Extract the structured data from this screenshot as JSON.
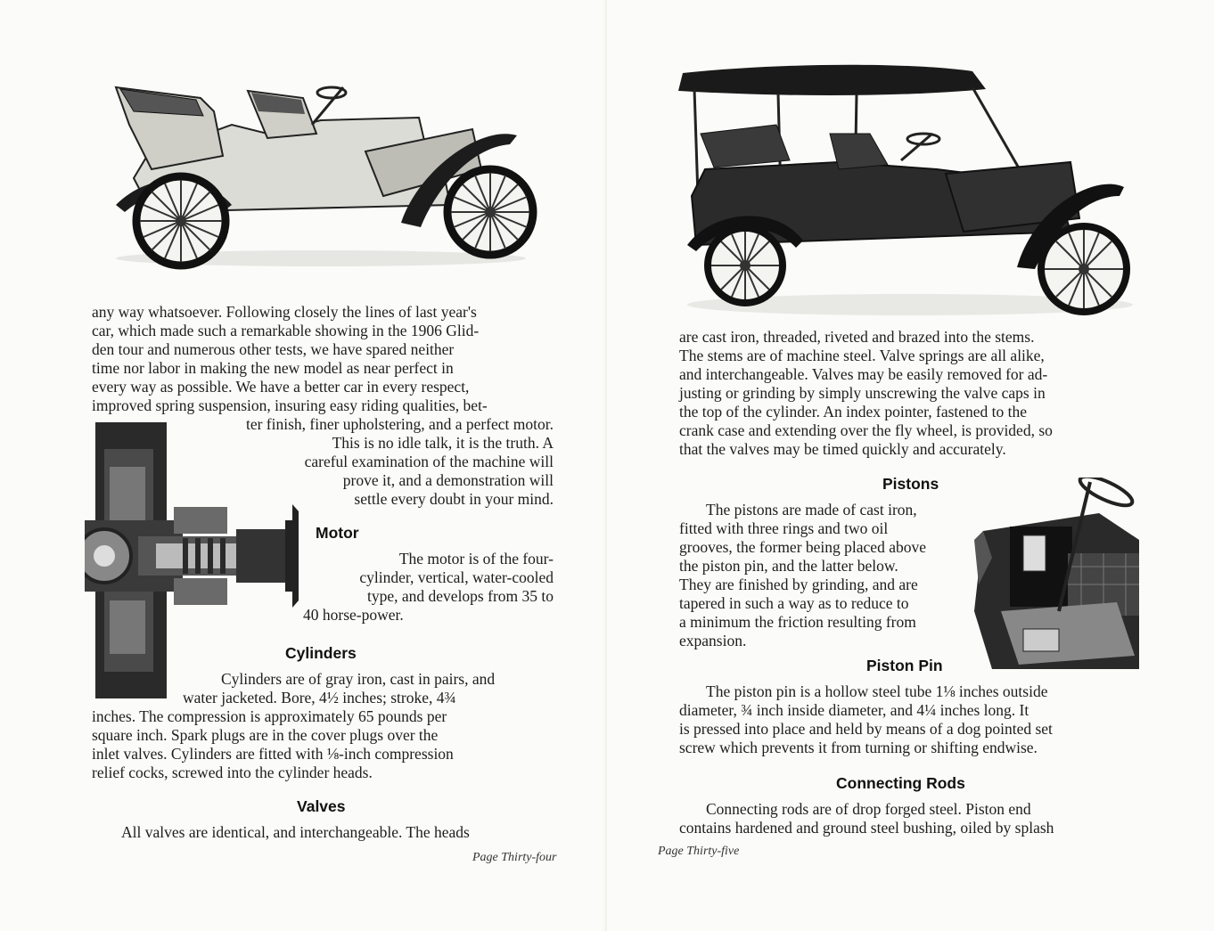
{
  "left_page": {
    "intro_lines": [
      "any way whatsoever.   Following closely the lines of last year's",
      "car, which made such a remarkable showing in the 1906 Glid-",
      "den tour and numerous other tests, we have spared neither",
      "time nor labor in making the new model as near perfect in",
      "every way as possible.   We have a better car in every respect,",
      "improved spring suspension, insuring easy riding qualities, bet-"
    ],
    "wrap_lines": [
      "ter finish, finer upholstering, and a perfect motor.",
      "This is no idle talk, it is the truth.   A",
      "careful examination of the machine will",
      "prove it, and a demonstration will",
      "settle every doubt in your mind."
    ],
    "motor_heading": "Motor",
    "motor_lines": [
      "The motor is of the four-",
      "cylinder, vertical, water-cooled",
      "type, and develops from 35 to",
      "40 horse-power."
    ],
    "cylinders_heading": "Cylinders",
    "cylinders_lines": [
      "Cylinders are of gray iron, cast in pairs, and",
      "water jacketed.   Bore, 4½ inches; stroke, 4¾",
      "inches.   The compression is approximately 65 pounds per",
      "square inch.   Spark plugs are in the cover plugs over the",
      "inlet valves.   Cylinders are fitted with ⅛-inch compression",
      "relief cocks, screwed into the cylinder heads."
    ],
    "valves_heading": "Valves",
    "valves_line": "All valves are identical, and interchangeable.   The heads",
    "folio": "Page Thirty-four"
  },
  "right_page": {
    "valves_cont_lines": [
      "are cast iron, threaded, riveted and brazed into the stems.",
      "The stems are of machine steel.   Valve springs are all alike,",
      "and interchangeable.   Valves may be easily removed for ad-",
      "justing or grinding by simply unscrewing the valve caps in",
      "the top of the cylinder.   An index pointer, fastened to the",
      "crank case and extending over the fly wheel, is provided, so",
      "that the valves may be timed quickly and accurately."
    ],
    "pistons_heading": "Pistons",
    "pistons_lines": [
      "The pistons are made of cast iron,",
      "fitted with three rings and two oil",
      "grooves, the former being placed above",
      "the piston pin, and the latter below.",
      "They are finished by grinding, and are",
      "tapered in such a way as to reduce to",
      "a minimum the friction resulting from",
      "expansion."
    ],
    "piston_pin_heading": "Piston Pin",
    "piston_pin_lines": [
      "The piston pin is a hollow steel tube 1⅛ inches outside",
      "diameter, ¾ inch inside diameter, and 4¼ inches long.   It",
      "is pressed into place and held by means of a dog pointed set",
      "screw which prevents it from turning or shifting endwise."
    ],
    "connecting_rods_heading": "Connecting Rods",
    "connecting_rods_lines": [
      "Connecting rods are of drop forged steel.   Piston end",
      "contains hardened and ground steel bushing, oiled by splash"
    ],
    "folio": "Page Thirty-five"
  }
}
